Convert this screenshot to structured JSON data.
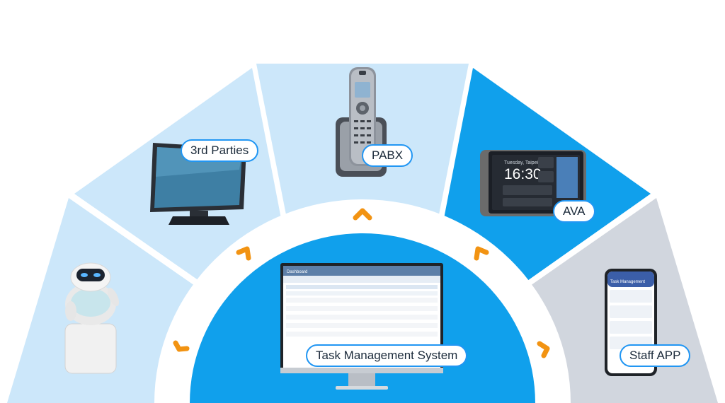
{
  "colors": {
    "light_blue": "#cce7fa",
    "bright_blue": "#10a0ec",
    "grey": "#d1d6de",
    "arrow_orange": "#f29312",
    "pill_border": "#2196f3"
  },
  "nodes": [
    {
      "label": "3rd Parties",
      "device": "monitor-icon"
    },
    {
      "label": "PABX",
      "device": "cordless-phone-icon"
    },
    {
      "label": "AVA",
      "device": "smart-display-icon"
    },
    {
      "label": "Staff APP",
      "device": "smartphone-icon"
    },
    {
      "label": "",
      "device": "robot-icon"
    }
  ],
  "center": {
    "label": "Task Management System",
    "device": "desktop-monitor-icon",
    "screen_title": "Dashboard",
    "phone_title": "Task Management"
  },
  "ava_screen": {
    "time": "16:30",
    "location": "Tuesday, Taipei"
  }
}
